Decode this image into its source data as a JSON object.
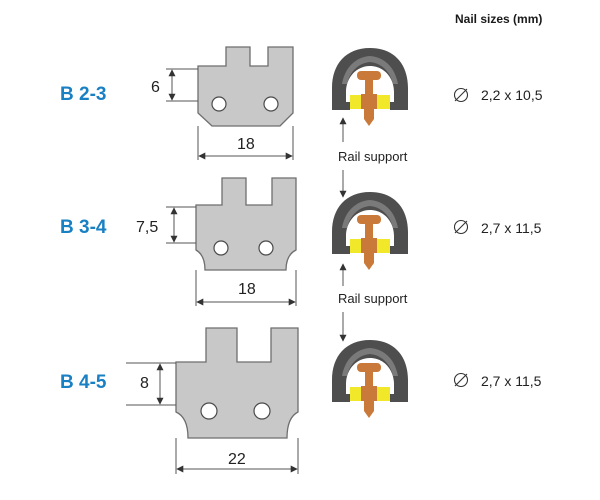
{
  "header": {
    "nail_sizes": "Nail sizes (mm)"
  },
  "colors": {
    "label": "#1a80c4",
    "plate": "#c8c8c8",
    "clip_dark": "#4e4e4e",
    "clip_highlight": "#7a7a7a",
    "yellow": "#f2e82a",
    "copper": "#c97a3a"
  },
  "icons": {
    "diameter": "diameter-icon"
  },
  "rows": [
    {
      "label": "B 2-3",
      "height_dim": "6",
      "width_dim": "18",
      "nail_size": "2,2 x 10,5"
    },
    {
      "label": "B 3-4",
      "height_dim": "7,5",
      "width_dim": "18",
      "nail_size": "2,7 x 11,5"
    },
    {
      "label": "B 4-5",
      "height_dim": "8",
      "width_dim": "22",
      "nail_size": "2,7 x 11,5"
    }
  ],
  "rail_support": {
    "label_1": "Rail support",
    "label_2": "Rail support"
  }
}
